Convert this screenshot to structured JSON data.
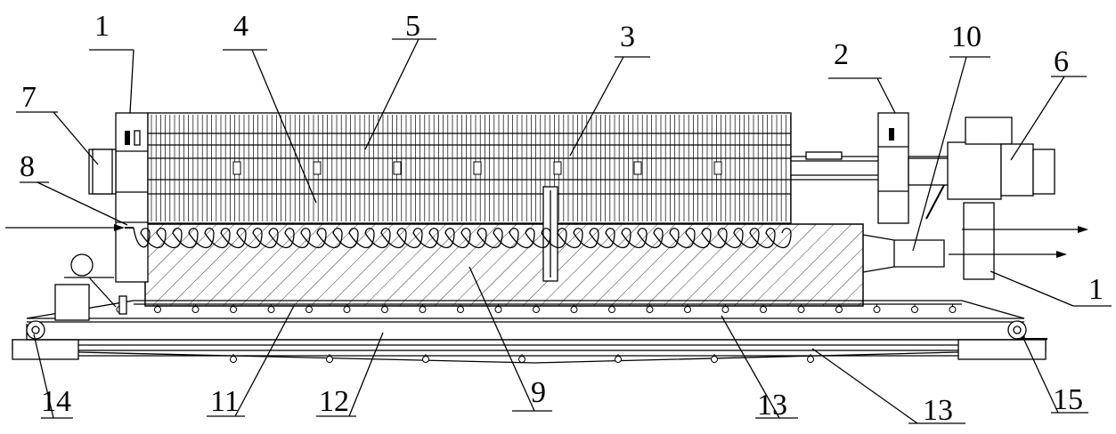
{
  "labels": {
    "l1_top": "1",
    "l2": "2",
    "l3": "3",
    "l4": "4",
    "l5": "5",
    "l6": "6",
    "l7": "7",
    "l8": "8",
    "l9": "9",
    "l10": "10",
    "l11": "11",
    "l12": "12",
    "l13_a": "13",
    "l13_b": "13",
    "l14": "14",
    "l15": "15",
    "l1_right": "1"
  }
}
